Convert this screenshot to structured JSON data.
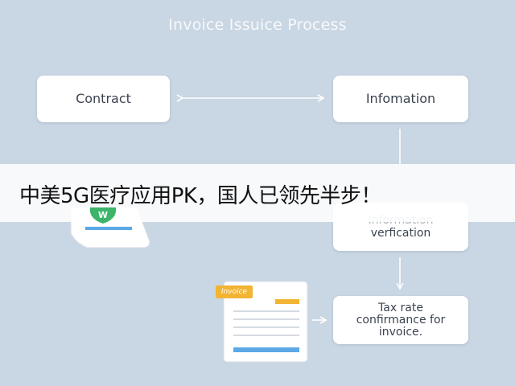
{
  "diagram": {
    "title": "Invoice Issuice Process",
    "nodes": {
      "contract": "Contract",
      "information": "Infomation",
      "verification_line1": "Information",
      "verification_line2": "verfication",
      "tax_line1": "Tax rate",
      "tax_line2": "confirmance for",
      "tax_line3": "invoice."
    },
    "document_badge": "Invoice",
    "wps_logo_letter": "W"
  },
  "banner": {
    "text": "中美5G医疗应用PK，国人已领先半步！"
  },
  "colors": {
    "background": "#c9d6e3",
    "accent_blue": "#5aa8e6",
    "accent_yellow": "#f2b433",
    "accent_green": "#3cb46a"
  }
}
